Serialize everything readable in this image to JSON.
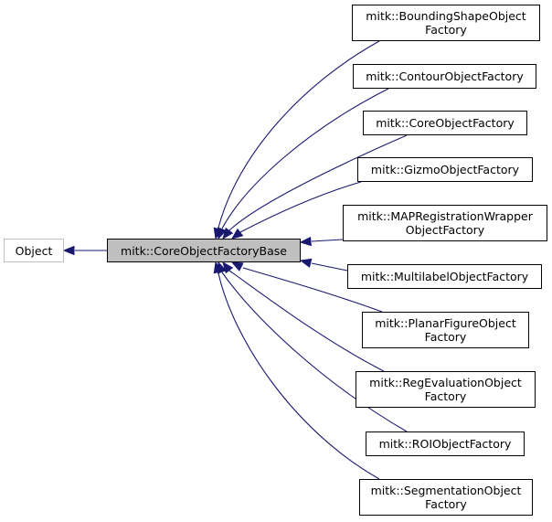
{
  "diagram": {
    "base_node": {
      "label": "Object"
    },
    "focus_node": {
      "label": "mitk::CoreObjectFactoryBase"
    },
    "derived_nodes": [
      {
        "lines": [
          "mitk::BoundingShapeObject",
          "Factory"
        ]
      },
      {
        "lines": [
          "mitk::ContourObjectFactory"
        ]
      },
      {
        "lines": [
          "mitk::CoreObjectFactory"
        ]
      },
      {
        "lines": [
          "mitk::GizmoObjectFactory"
        ]
      },
      {
        "lines": [
          "mitk::MAPRegistrationWrapper",
          "ObjectFactory"
        ]
      },
      {
        "lines": [
          "mitk::MultilabelObjectFactory"
        ]
      },
      {
        "lines": [
          "mitk::PlanarFigureObject",
          "Factory"
        ]
      },
      {
        "lines": [
          "mitk::RegEvaluationObject",
          "Factory"
        ]
      },
      {
        "lines": [
          "mitk::ROIObjectFactory"
        ]
      },
      {
        "lines": [
          "mitk::SegmentationObject",
          "Factory"
        ]
      }
    ],
    "colors": {
      "edge": "#191970",
      "focus_fill": "#bfbfbf",
      "external_border": "#bfbfbf",
      "node_border": "#000000"
    }
  }
}
